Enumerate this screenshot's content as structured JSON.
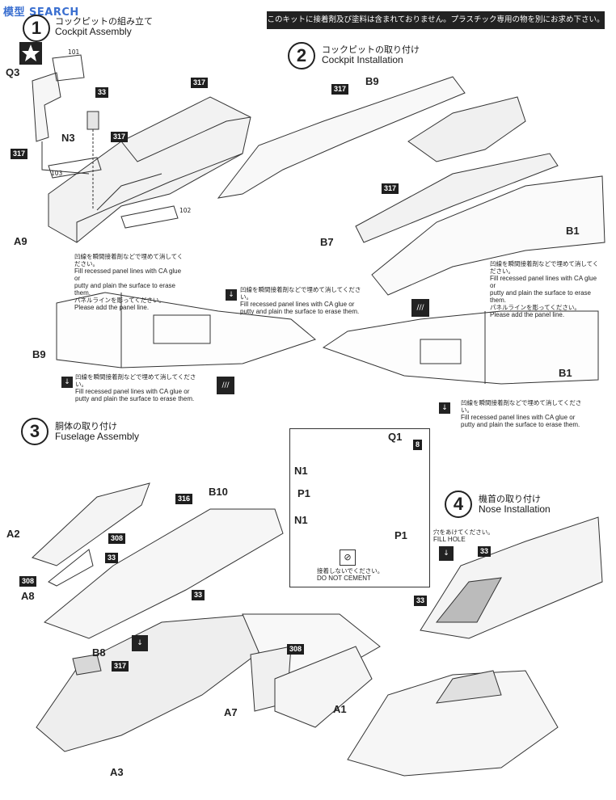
{
  "watermark": "模型 SEARCH",
  "notice": "このキットに接着剤及び塗料は含まれておりません。プラスチック専用の物を別にお求め下さい。",
  "steps": [
    {
      "num": "1",
      "jp": "コックピットの組み立て",
      "en": "Cockpit Assembly"
    },
    {
      "num": "2",
      "jp": "コックピットの取り付け",
      "en": "Cockpit Installation"
    },
    {
      "num": "3",
      "jp": "胴体の取り付け",
      "en": "Fuselage Assembly"
    },
    {
      "num": "4",
      "jp": "機首の取り付け",
      "en": "Nose Installation"
    }
  ],
  "parts": {
    "q3": "Q3",
    "n3": "N3",
    "a9": "A9",
    "b9_top": "B9",
    "b7": "B7",
    "b1_top": "B1",
    "b9_side": "B9",
    "b1_side": "B1",
    "a2": "A2",
    "a8": "A8",
    "b10": "B10",
    "b8": "B8",
    "a3": "A3",
    "a7": "A7",
    "a1": "A1",
    "q1": "Q1",
    "n1a": "N1",
    "p1a": "P1",
    "n1b": "N1",
    "p1b": "P1"
  },
  "badges": {
    "b317a": "317",
    "b317b": "317",
    "b317c": "317",
    "b317d": "317",
    "b317e": "317",
    "b33a": "33",
    "b33b": "33",
    "b33c": "33",
    "b33d": "33",
    "b33e": "33",
    "b308a": "308",
    "b308b": "308",
    "b308c": "308",
    "b316": "316",
    "b8": "8"
  },
  "decals": {
    "d101": "101",
    "d102": "102",
    "d103": "103"
  },
  "notes": {
    "fill_jp": "凹線を瞬間接着剤などで埋めて消してください。",
    "fill_en1": "Fill recessed panel lines with CA glue or",
    "fill_en2": "putty and plain the surface to erase them.",
    "panel_jp": "パネルラインを彫ってください。",
    "panel_en": "Please add the panel line.",
    "hole_jp": "穴をあけてください。",
    "hole_en": "FILL HOLE",
    "nocement_jp": "接着しないでください。",
    "nocement_en": "DO NOT CEMENT"
  },
  "icons": [
    "star-icon",
    "drill-icon",
    "scribe-icon",
    "no-glue-icon"
  ]
}
